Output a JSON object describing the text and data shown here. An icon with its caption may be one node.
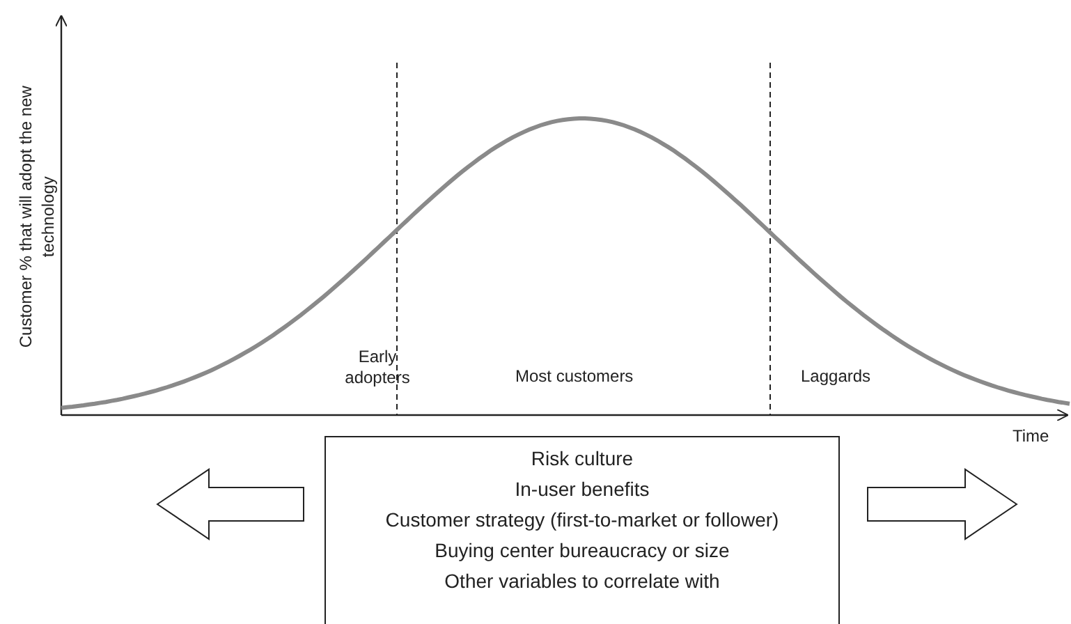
{
  "diagram": {
    "nodes": [
      {
        "text": [
          "Risk culture",
          "In-user benefits",
          "Customer strategy (first-to-market or follower)",
          "Buying center bureaucracy or size",
          "Other variables to correlate with"
        ]
      }
    ],
    "labels": [
      "Customer % that will adopt the new technology",
      "Early adopters",
      "Most customers",
      "Laggards",
      "Time"
    ]
  }
}
